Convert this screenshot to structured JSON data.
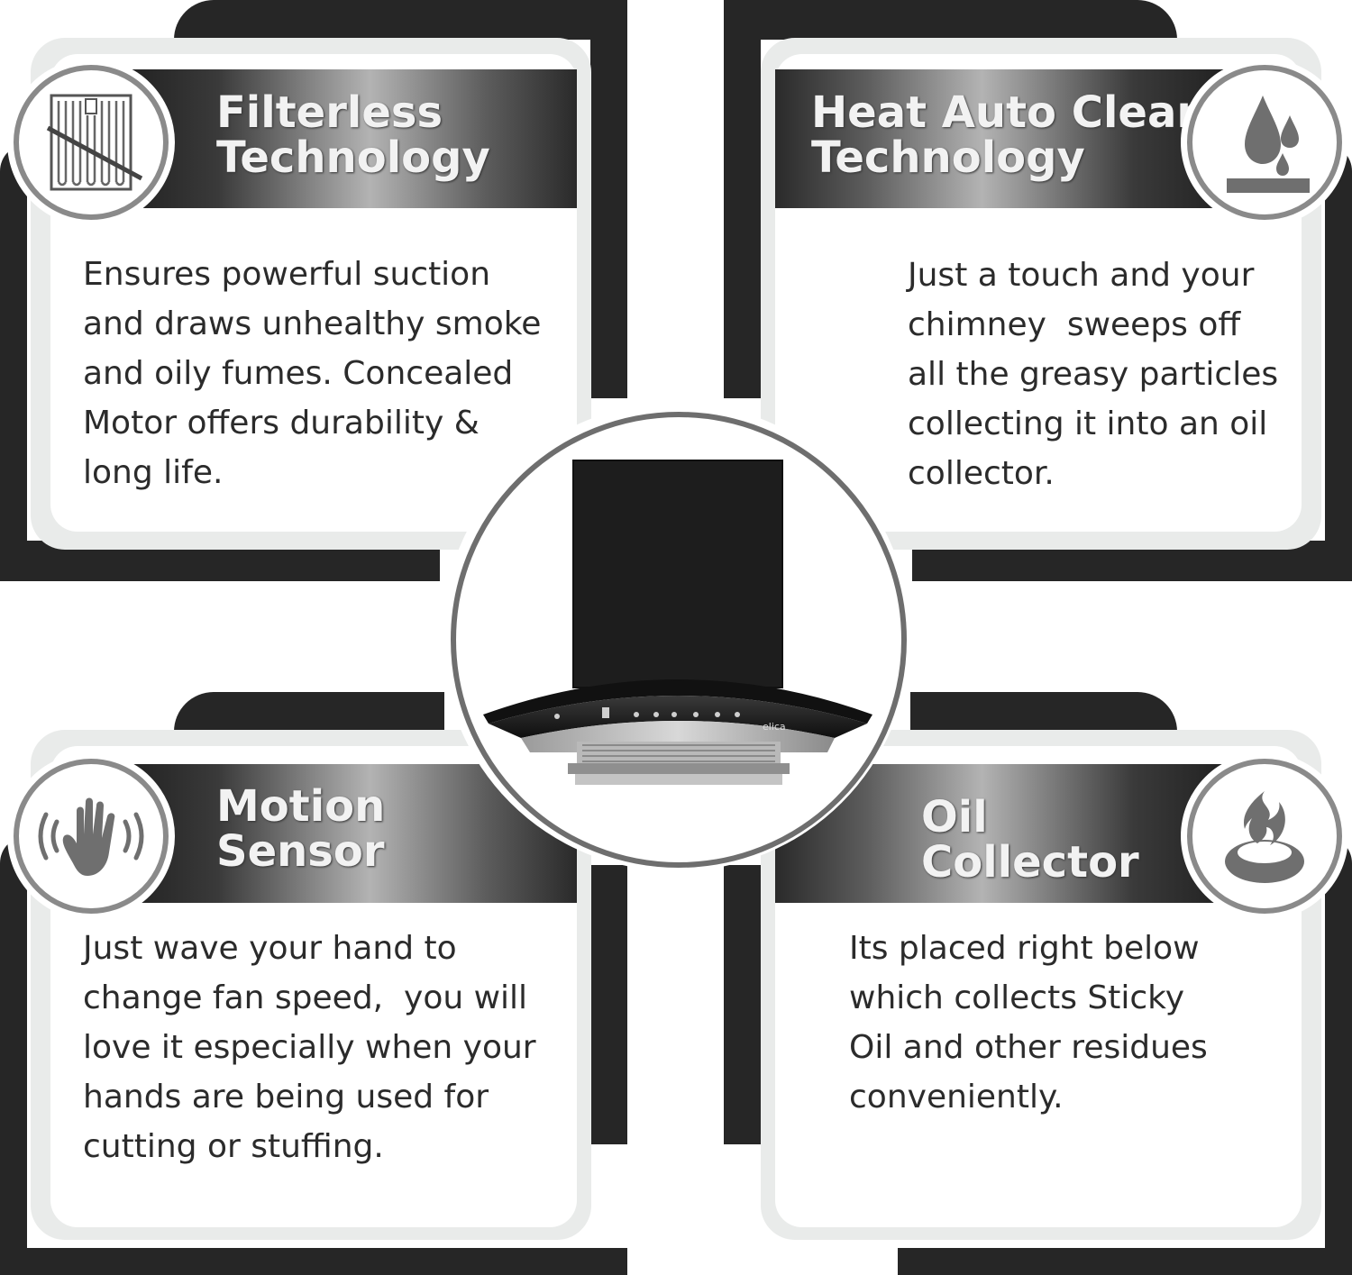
{
  "features": [
    {
      "id": "filterless",
      "title_lines": [
        "Filterless",
        "Technology"
      ],
      "body_lines": [
        "Ensures powerful suction",
        "and draws unhealthy smoke",
        "and oily fumes. Concealed",
        "Motor offers durability &",
        "long life."
      ],
      "icon": "filter-grid-icon"
    },
    {
      "id": "heat-auto-clean",
      "title_lines": [
        "Heat Auto Clean",
        "Technology"
      ],
      "body_lines": [
        "Just a touch and your",
        "chimney  sweeps off",
        "all the greasy particles",
        "collecting it into an oil",
        "collector."
      ],
      "icon": "oil-drops-icon"
    },
    {
      "id": "motion-sensor",
      "title_lines": [
        "Motion",
        "Sensor"
      ],
      "body_lines": [
        "Just wave your hand to",
        "change fan speed,  you will",
        "love it especially when your",
        "hands are being used for",
        "cutting or stuffing."
      ],
      "icon": "waving-hand-icon"
    },
    {
      "id": "oil-collector",
      "title_lines": [
        "Oil",
        "Collector"
      ],
      "body_lines": [
        "Its placed right below",
        "which collects Sticky",
        "Oil and other residues",
        "conveniently."
      ],
      "icon": "flame-bowl-icon"
    }
  ],
  "product": {
    "brand_label": "elica",
    "image": "chimney-hood-image"
  },
  "colors": {
    "frame": "#262626",
    "card_border": "#e9ebea",
    "icon_gray": "#8a8a8a",
    "text": "#2b2b2b"
  }
}
